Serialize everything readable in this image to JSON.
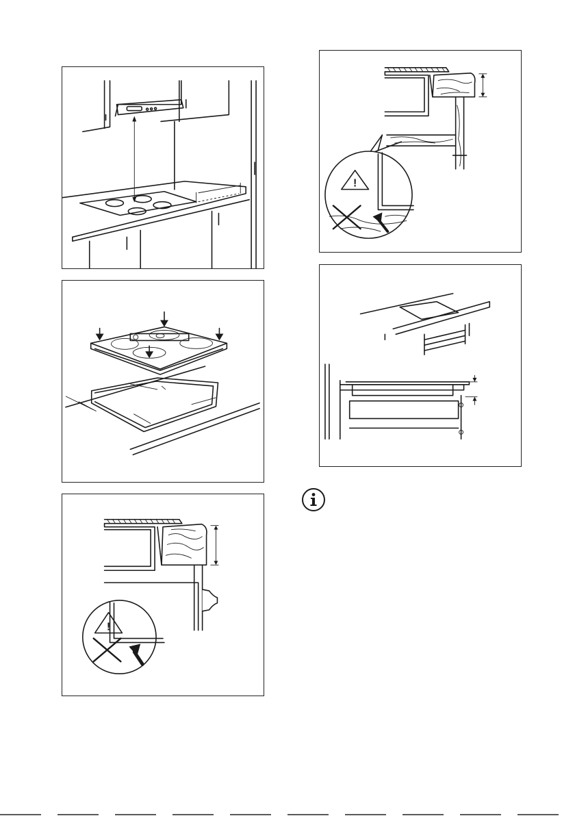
{
  "figures": [
    {
      "id": "fig-hood-distance",
      "icons": [
        "cooker-hood",
        "hob-on-worktop",
        "wall-cabinet"
      ]
    },
    {
      "id": "fig-hob-seal-installation",
      "icons": [
        "hob",
        "down-arrow",
        "seal-strip"
      ]
    },
    {
      "id": "fig-worktop-edge-no-gap",
      "icons": [
        "warning-triangle-icon",
        "cross-icon",
        "arrow-icon"
      ]
    },
    {
      "id": "fig-worktop-edge-with-shelf",
      "icons": [
        "warning-triangle-icon",
        "cross-icon",
        "arrow-icon"
      ]
    },
    {
      "id": "fig-hob-above-oven",
      "icons": [
        "hob",
        "drawer",
        "dimension-arrows"
      ]
    }
  ],
  "info_icon": "info-icon",
  "colors": {
    "line": "#1a1a1a",
    "background": "#ffffff"
  }
}
